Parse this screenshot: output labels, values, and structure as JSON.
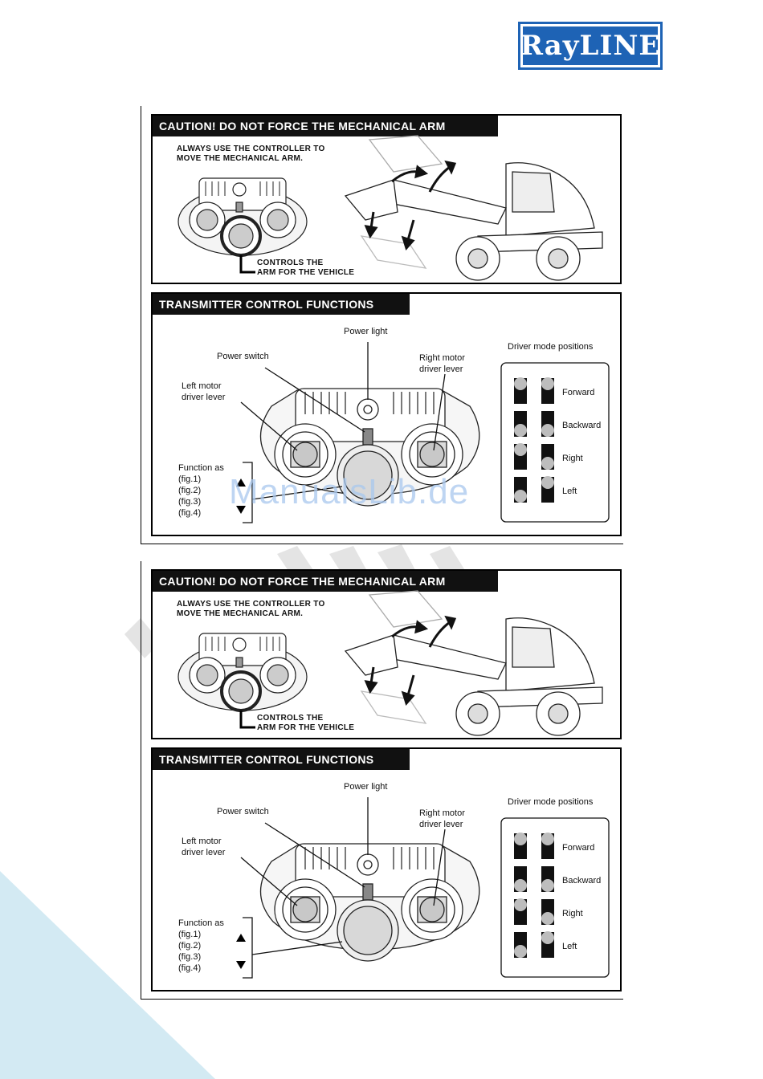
{
  "brand": {
    "logo_text": "RayLINE"
  },
  "watermark": "ManualsLib.de",
  "colors": {
    "brand_blue": "#1e63b5",
    "corner_tint": "#d3eaf3",
    "header_bg": "#111111"
  },
  "sheets": [
    {
      "caution": {
        "title": "CAUTION! DO NOT FORCE THE MECHANICAL ARM",
        "instruction_line1": "ALWAYS USE THE CONTROLLER TO",
        "instruction_line2": "MOVE THE MECHANICAL ARM.",
        "callout_line1": "CONTROLS THE",
        "callout_line2": "ARM FOR THE VEHICLE"
      },
      "transmitter": {
        "title": "TRANSMITTER CONTROL FUNCTIONS",
        "power_light": "Power light",
        "power_switch": "Power switch",
        "right_lever_line1": "Right  motor",
        "right_lever_line2": "driver  lever",
        "left_lever_line1": "Left  motor",
        "left_lever_line2": "driver  lever",
        "function_as": "Function as",
        "figs": [
          "(fig.1)",
          "(fig.2)",
          "(fig.3)",
          "(fig.4)"
        ],
        "driver_modes_title": "Driver mode positions",
        "modes": [
          "Forward",
          "Backward",
          "Right",
          "Left"
        ]
      }
    },
    {
      "caution": {
        "title": "CAUTION! DO NOT FORCE THE MECHANICAL ARM",
        "instruction_line1": "ALWAYS USE THE CONTROLLER TO",
        "instruction_line2": "MOVE THE MECHANICAL ARM.",
        "callout_line1": "CONTROLS THE",
        "callout_line2": "ARM FOR THE VEHICLE"
      },
      "transmitter": {
        "title": "TRANSMITTER CONTROL FUNCTIONS",
        "power_light": "Power light",
        "power_switch": "Power switch",
        "right_lever_line1": "Right  motor",
        "right_lever_line2": "driver  lever",
        "left_lever_line1": "Left  motor",
        "left_lever_line2": "driver  lever",
        "function_as": "Function as",
        "figs": [
          "(fig.1)",
          "(fig.2)",
          "(fig.3)",
          "(fig.4)"
        ],
        "driver_modes_title": "Driver mode positions",
        "modes": [
          "Forward",
          "Backward",
          "Right",
          "Left"
        ]
      }
    }
  ]
}
